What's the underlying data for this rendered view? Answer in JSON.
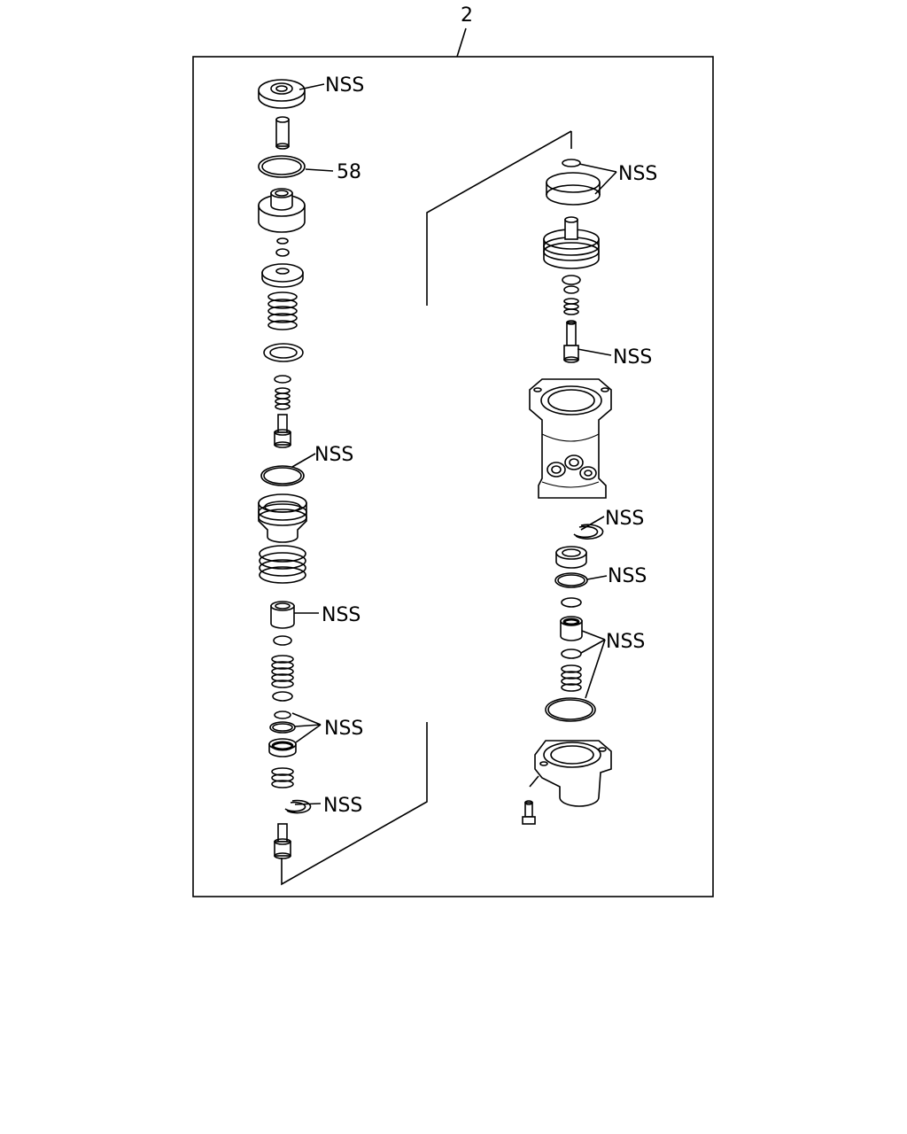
{
  "diagram": {
    "assembly_number": "2",
    "callouts": {
      "top_cap": "NSS",
      "snap_ring": "58",
      "left_oring": "NSS",
      "left_sleeve": "NSS",
      "left_seals": "NSS",
      "left_clip": "NSS",
      "right_top_rings": "NSS",
      "right_stem": "NSS",
      "right_clip": "NSS",
      "right_oring": "NSS",
      "right_lower_seals": "NSS"
    }
  }
}
